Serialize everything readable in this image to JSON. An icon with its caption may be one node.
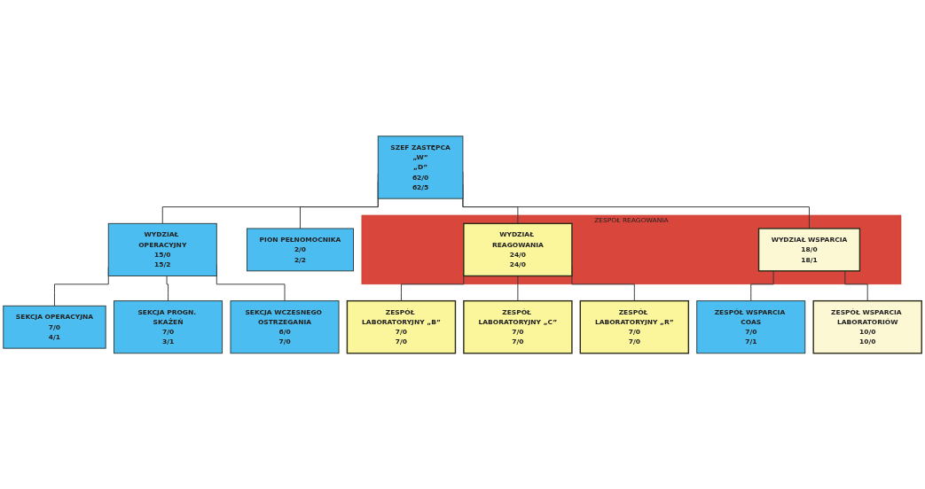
{
  "diagram": {
    "nodes": [
      {
        "text": [
          "SZEF ZASTĘPCA",
          "„W”",
          "„D”",
          "62/0",
          "62/5"
        ]
      },
      {
        "text": [
          "PION PEŁNOMOCNIKA",
          "2/0",
          "2/2"
        ]
      },
      {
        "text": [
          "WYDZIAŁ OPERACYJNY",
          "15/0",
          "15/2"
        ]
      },
      {
        "text": [
          "ZESPÓŁ REAGOWANIA"
        ]
      },
      {
        "text": [
          "WYDZIAŁ REAGOWANIA",
          "24/0",
          "24/0"
        ],
        "in": 3
      },
      {
        "text": [
          "WYDZIAŁ WSPARCIA",
          "18/0",
          "18/1"
        ],
        "in": 3
      },
      {
        "text": [
          "SEKCJA OPERACYJNA",
          "7/0",
          "4/1"
        ]
      },
      {
        "text": [
          "SEKCJA PROGN. SKAŻEŃ",
          "7/0",
          "3/1"
        ]
      },
      {
        "text": [
          "SEKCJA WCZESNEGO OSTRZEGANIA",
          "6/0",
          "7/0"
        ]
      },
      {
        "text": [
          "ZESPÓŁ LABORATORYJNY „B”",
          "7/0",
          "7/0"
        ]
      },
      {
        "text": [
          "ZESPÓŁ LABORATORYJNY „C”",
          "7/0",
          "7/0"
        ]
      },
      {
        "text": [
          "ZESPÓŁ LABORATORYJNY „R”",
          "7/0",
          "7/0"
        ]
      },
      {
        "text": [
          "ZESPÓŁ WSPARCIA COAS",
          "7/0",
          "7/1"
        ]
      },
      {
        "text": [
          "ZESPÓŁ WSPARCIA LABORATORIÓW",
          "10/0",
          "10/0"
        ]
      }
    ],
    "edges": [
      {
        "from": 0,
        "to": 1,
        "arrow": "none"
      },
      {
        "from": 0,
        "to": 2,
        "arrow": "none"
      },
      {
        "from": 0,
        "to": 4,
        "arrow": "none"
      },
      {
        "from": 0,
        "to": 5,
        "arrow": "none"
      },
      {
        "from": 2,
        "to": 6,
        "arrow": "none"
      },
      {
        "from": 2,
        "to": 7,
        "arrow": "none"
      },
      {
        "from": 2,
        "to": 8,
        "arrow": "none"
      },
      {
        "from": 4,
        "to": 9,
        "arrow": "none"
      },
      {
        "from": 4,
        "to": 10,
        "arrow": "none"
      },
      {
        "from": 4,
        "to": 11,
        "arrow": "none"
      },
      {
        "from": 5,
        "to": 12,
        "arrow": "none"
      },
      {
        "from": 5,
        "to": 13,
        "arrow": "none"
      }
    ]
  }
}
